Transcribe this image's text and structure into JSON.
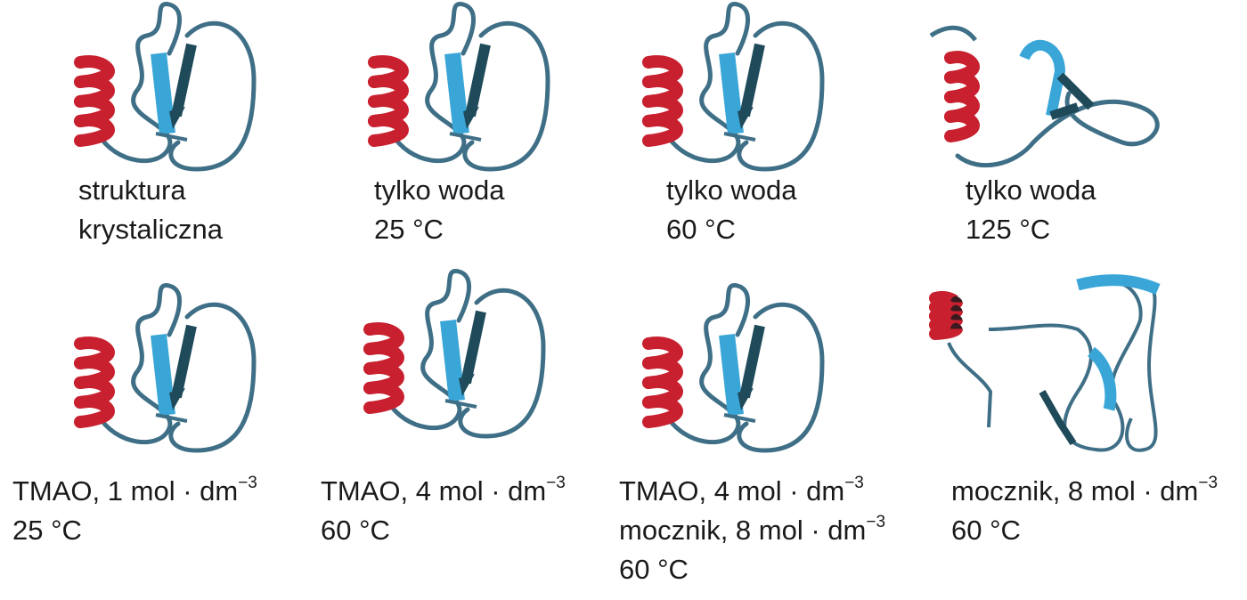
{
  "colors": {
    "helix": "#c8202e",
    "helix_dark": "#3a1a1f",
    "strand": "#3aa6d8",
    "strand_dark": "#1f4a5a",
    "coil": "#3f6f86"
  },
  "panels": [
    {
      "caption": {
        "line1": "struktura",
        "line2": "krystaliczna"
      },
      "shape": "folded"
    },
    {
      "caption": {
        "line1": "tylko woda",
        "line2": "25 °C"
      },
      "shape": "folded"
    },
    {
      "caption": {
        "line1": "tylko woda",
        "line2": "60 °C"
      },
      "shape": "folded"
    },
    {
      "caption": {
        "line1": "tylko woda",
        "line2": "125 °C"
      },
      "shape": "partly-unfolded"
    },
    {
      "caption": {
        "line1_main": "TMAO, 1 mol · dm",
        "line1_sup": "−3",
        "line2": "25 °C"
      },
      "shape": "folded"
    },
    {
      "caption": {
        "line1_main": "TMAO, 4 mol · dm",
        "line1_sup": "−3",
        "line2": "60 °C"
      },
      "shape": "folded"
    },
    {
      "caption": {
        "line1_main": "TMAO, 4 mol · dm",
        "line1_sup": "−3",
        "line2_main": "mocznik, 8 mol · dm",
        "line2_sup": "−3",
        "line3": "60 °C"
      },
      "shape": "folded"
    },
    {
      "caption": {
        "line1_main": "mocznik, 8 mol · dm",
        "line1_sup": "−3",
        "line2": "60 °C"
      },
      "shape": "unfolded"
    }
  ]
}
